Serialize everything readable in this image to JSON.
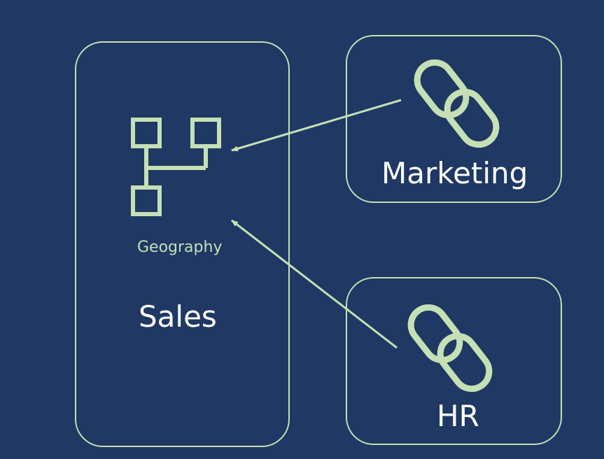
{
  "colors": {
    "background": "#1f3864",
    "accent": "#c5e0b4",
    "text": "#ffffff"
  },
  "nodes": [
    {
      "id": "sales",
      "label": "Sales",
      "sublabel": "Geography",
      "icon": "hierarchy-icon"
    },
    {
      "id": "marketing",
      "label": "Marketing",
      "icon": "link-icon"
    },
    {
      "id": "hr",
      "label": "HR",
      "icon": "link-icon"
    }
  ],
  "edges": [
    {
      "from": "marketing",
      "to": "sales"
    },
    {
      "from": "hr",
      "to": "sales"
    }
  ]
}
